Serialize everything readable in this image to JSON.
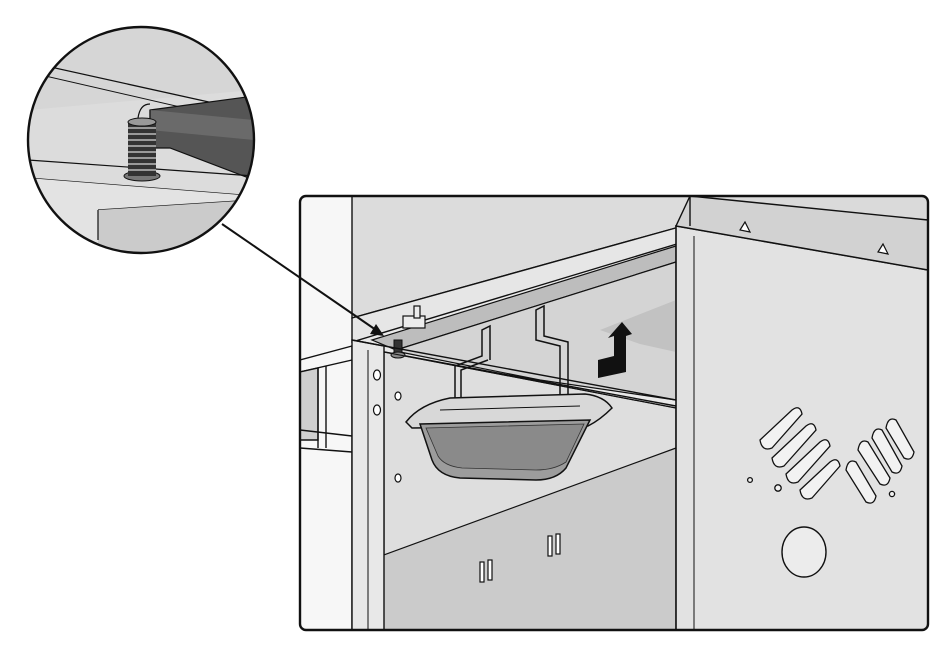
{
  "figure": {
    "kind": "assembly-instruction-illustration",
    "callout": {
      "shape": "circle",
      "content": "threaded-fastener-closeup",
      "points_to": "fastener-on-cabinet-rail"
    },
    "main_view": {
      "frame": "rounded-rectangle",
      "parts": [
        "cabinet-side-panel",
        "grease-tray-bracket",
        "drip-cup",
        "vent-slots",
        "round-hole"
      ],
      "motion_hint": "upward-arrow"
    },
    "colors": {
      "stroke": "#111111",
      "panel_light": "#e4e4e4",
      "panel_mid": "#cfcfcf",
      "panel_dark": "#a8a8a8",
      "shadow": "#6e6e6e",
      "background": "#ffffff"
    }
  }
}
